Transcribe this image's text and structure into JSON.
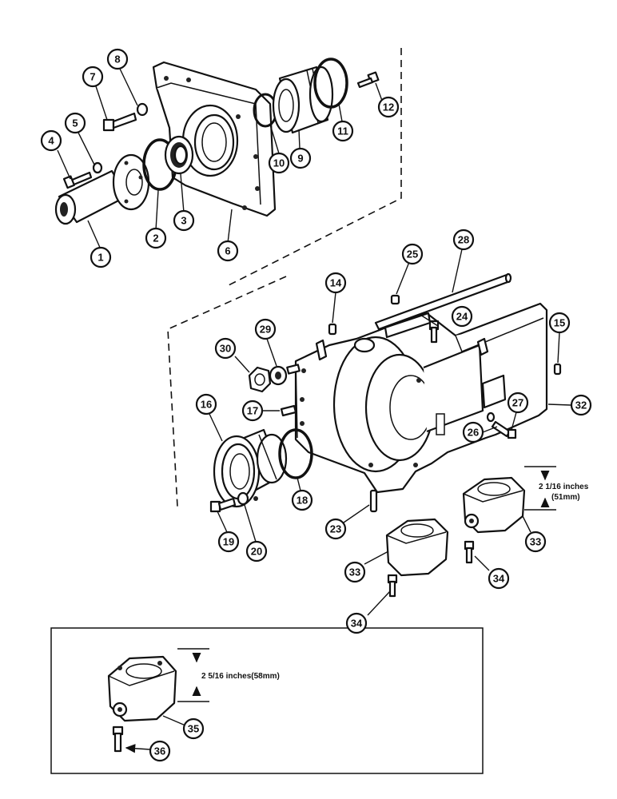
{
  "callouts": [
    "1",
    "2",
    "3",
    "4",
    "5",
    "6",
    "7",
    "8",
    "9",
    "10",
    "11",
    "12",
    "14",
    "15",
    "16",
    "17",
    "18",
    "19",
    "20",
    "23",
    "24",
    "25",
    "26",
    "27",
    "28",
    "29",
    "30",
    "32",
    "33",
    "34",
    "35",
    "36"
  ],
  "dimensions": {
    "housing_height": "2 1/16 inches",
    "housing_height_metric": "(51mm)",
    "inset_height": "2 5/16 inches(58mm)"
  }
}
